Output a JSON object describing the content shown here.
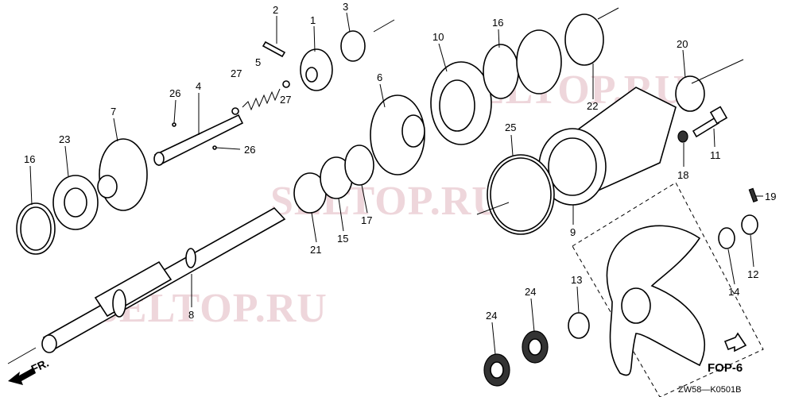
{
  "diagram": {
    "callouts": [
      "2",
      "1",
      "3",
      "10",
      "16",
      "20",
      "6",
      "5",
      "27",
      "27",
      "26",
      "4",
      "7",
      "23",
      "16",
      "26",
      "25",
      "22",
      "11",
      "18",
      "19",
      "9",
      "21",
      "15",
      "17",
      "8",
      "14",
      "12",
      "13",
      "24",
      "24"
    ],
    "reference": "FOP-6",
    "drawing_code": "ZW58—K0501B",
    "direction_label": "FR.",
    "watermark": "SELTOP.RU"
  }
}
